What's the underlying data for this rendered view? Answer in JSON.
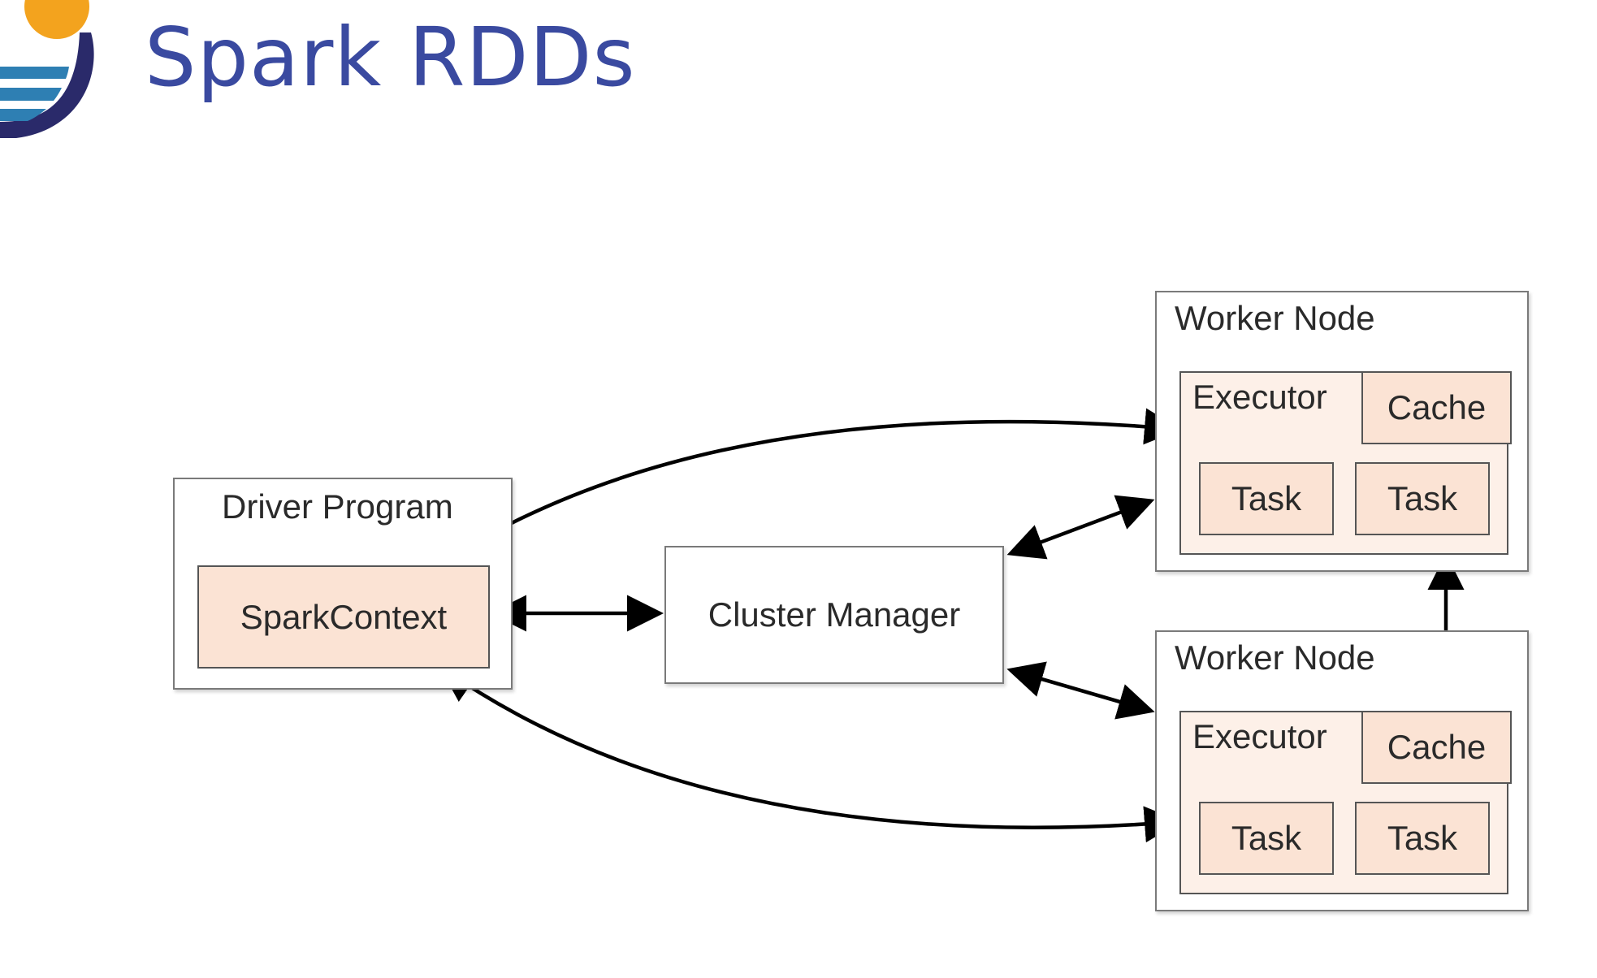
{
  "slide": {
    "title": "Spark RDDs"
  },
  "diagram": {
    "driver": {
      "label": "Driver Program",
      "context": "SparkContext"
    },
    "cluster_manager": {
      "label": "Cluster Manager"
    },
    "workers": [
      {
        "label": "Worker Node",
        "executor": "Executor",
        "cache": "Cache",
        "tasks": [
          "Task",
          "Task"
        ]
      },
      {
        "label": "Worker Node",
        "executor": "Executor",
        "cache": "Cache",
        "tasks": [
          "Task",
          "Task"
        ]
      }
    ]
  },
  "colors": {
    "title": "#3a4aa0",
    "logo_orange": "#f3a31e",
    "logo_navy": "#2a2a6a",
    "logo_blue": "#2e7fb3",
    "peach": "#fbe3d4"
  }
}
